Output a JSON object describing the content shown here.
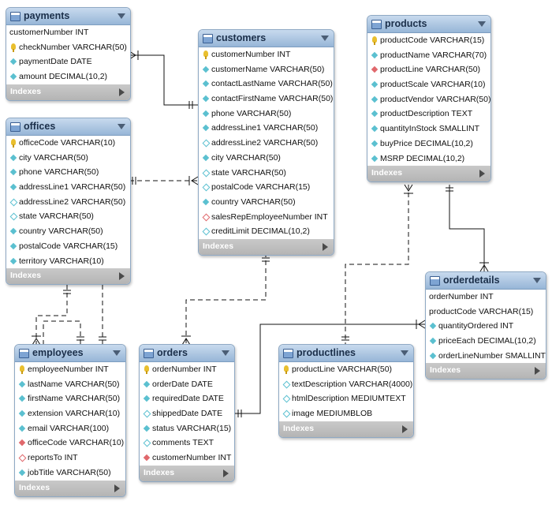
{
  "indexes_label": "Indexes",
  "tables": {
    "payments": {
      "name": "payments",
      "columns": [
        {
          "text": "customerNumber INT",
          "icon": "none"
        },
        {
          "text": "checkNumber VARCHAR(50)",
          "icon": "primary-key"
        },
        {
          "text": "paymentDate DATE",
          "icon": "attribute"
        },
        {
          "text": "amount DECIMAL(10,2)",
          "icon": "attribute"
        }
      ]
    },
    "customers": {
      "name": "customers",
      "columns": [
        {
          "text": "customerNumber INT",
          "icon": "primary-key"
        },
        {
          "text": "customerName VARCHAR(50)",
          "icon": "attribute"
        },
        {
          "text": "contactLastName VARCHAR(50)",
          "icon": "attribute"
        },
        {
          "text": "contactFirstName VARCHAR(50)",
          "icon": "attribute"
        },
        {
          "text": "phone VARCHAR(50)",
          "icon": "attribute"
        },
        {
          "text": "addressLine1 VARCHAR(50)",
          "icon": "attribute"
        },
        {
          "text": "addressLine2 VARCHAR(50)",
          "icon": "attribute-nullable"
        },
        {
          "text": "city VARCHAR(50)",
          "icon": "attribute"
        },
        {
          "text": "state VARCHAR(50)",
          "icon": "attribute-nullable"
        },
        {
          "text": "postalCode VARCHAR(15)",
          "icon": "attribute-nullable"
        },
        {
          "text": "country VARCHAR(50)",
          "icon": "attribute"
        },
        {
          "text": "salesRepEmployeeNumber INT",
          "icon": "foreign-key-nullable"
        },
        {
          "text": "creditLimit DECIMAL(10,2)",
          "icon": "attribute-nullable"
        }
      ]
    },
    "products": {
      "name": "products",
      "columns": [
        {
          "text": "productCode VARCHAR(15)",
          "icon": "primary-key"
        },
        {
          "text": "productName VARCHAR(70)",
          "icon": "attribute"
        },
        {
          "text": "productLine VARCHAR(50)",
          "icon": "foreign-key"
        },
        {
          "text": "productScale VARCHAR(10)",
          "icon": "attribute"
        },
        {
          "text": "productVendor VARCHAR(50)",
          "icon": "attribute"
        },
        {
          "text": "productDescription TEXT",
          "icon": "attribute"
        },
        {
          "text": "quantityInStock SMALLINT",
          "icon": "attribute"
        },
        {
          "text": "buyPrice DECIMAL(10,2)",
          "icon": "attribute"
        },
        {
          "text": "MSRP DECIMAL(10,2)",
          "icon": "attribute"
        }
      ]
    },
    "offices": {
      "name": "offices",
      "columns": [
        {
          "text": "officeCode VARCHAR(10)",
          "icon": "primary-key"
        },
        {
          "text": "city VARCHAR(50)",
          "icon": "attribute"
        },
        {
          "text": "phone VARCHAR(50)",
          "icon": "attribute"
        },
        {
          "text": "addressLine1 VARCHAR(50)",
          "icon": "attribute"
        },
        {
          "text": "addressLine2 VARCHAR(50)",
          "icon": "attribute-nullable"
        },
        {
          "text": "state VARCHAR(50)",
          "icon": "attribute-nullable"
        },
        {
          "text": "country VARCHAR(50)",
          "icon": "attribute"
        },
        {
          "text": "postalCode VARCHAR(15)",
          "icon": "attribute"
        },
        {
          "text": "territory VARCHAR(10)",
          "icon": "attribute"
        }
      ]
    },
    "orderdetails": {
      "name": "orderdetails",
      "columns": [
        {
          "text": "orderNumber INT",
          "icon": "none"
        },
        {
          "text": "productCode VARCHAR(15)",
          "icon": "none"
        },
        {
          "text": "quantityOrdered INT",
          "icon": "attribute"
        },
        {
          "text": "priceEach DECIMAL(10,2)",
          "icon": "attribute"
        },
        {
          "text": "orderLineNumber SMALLINT",
          "icon": "attribute"
        }
      ]
    },
    "employees": {
      "name": "employees",
      "columns": [
        {
          "text": "employeeNumber INT",
          "icon": "primary-key"
        },
        {
          "text": "lastName VARCHAR(50)",
          "icon": "attribute"
        },
        {
          "text": "firstName VARCHAR(50)",
          "icon": "attribute"
        },
        {
          "text": "extension VARCHAR(10)",
          "icon": "attribute"
        },
        {
          "text": "email VARCHAR(100)",
          "icon": "attribute"
        },
        {
          "text": "officeCode VARCHAR(10)",
          "icon": "foreign-key"
        },
        {
          "text": "reportsTo INT",
          "icon": "foreign-key-nullable"
        },
        {
          "text": "jobTitle VARCHAR(50)",
          "icon": "attribute"
        }
      ]
    },
    "orders": {
      "name": "orders",
      "columns": [
        {
          "text": "orderNumber INT",
          "icon": "primary-key"
        },
        {
          "text": "orderDate DATE",
          "icon": "attribute"
        },
        {
          "text": "requiredDate DATE",
          "icon": "attribute"
        },
        {
          "text": "shippedDate DATE",
          "icon": "attribute-nullable"
        },
        {
          "text": "status VARCHAR(15)",
          "icon": "attribute"
        },
        {
          "text": "comments TEXT",
          "icon": "attribute-nullable"
        },
        {
          "text": "customerNumber INT",
          "icon": "foreign-key"
        }
      ]
    },
    "productlines": {
      "name": "productlines",
      "columns": [
        {
          "text": "productLine VARCHAR(50)",
          "icon": "primary-key"
        },
        {
          "text": "textDescription VARCHAR(4000)",
          "icon": "attribute-nullable"
        },
        {
          "text": "htmlDescription MEDIUMTEXT",
          "icon": "attribute-nullable"
        },
        {
          "text": "image MEDIUMBLOB",
          "icon": "attribute-nullable"
        }
      ]
    }
  }
}
